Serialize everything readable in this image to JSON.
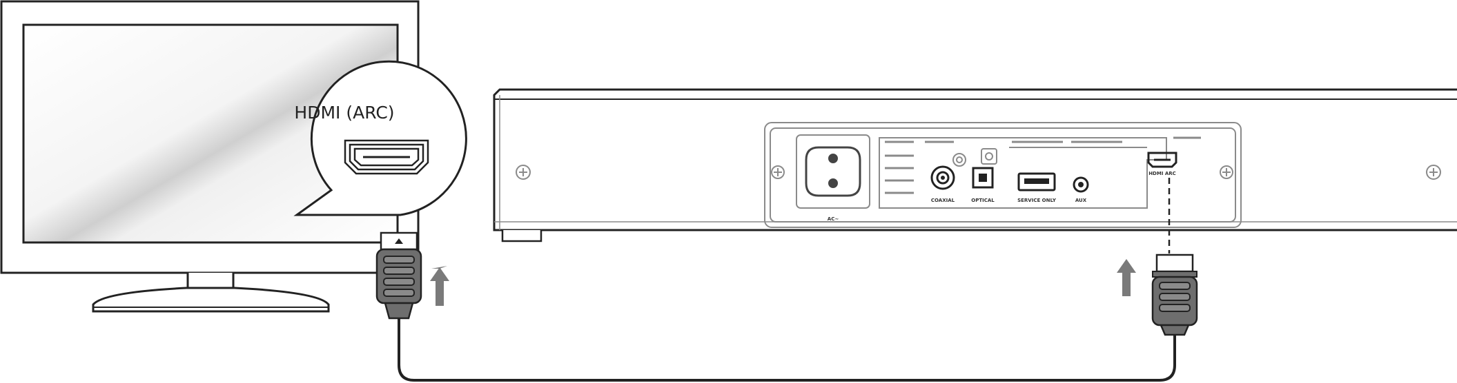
{
  "callout": {
    "label": "HDMI (ARC)"
  },
  "soundbar_labels": {
    "ac_input": "AC~",
    "coaxial": "COAXIAL",
    "optical": "OPTICAL",
    "usb": "SERVICE ONLY",
    "aux": "AUX",
    "hdmi_arc": "HDMI ARC"
  },
  "icons": [
    "tv-icon",
    "soundbar-icon",
    "hdmi-port-icon",
    "hdmi-plug-icon",
    "arrow-up-icon",
    "screw-icon"
  ],
  "colors": {
    "line": "#222222",
    "panel_line": "#8a8a8a",
    "plug_fill": "#6e6e6e",
    "arrow": "#7a7a7a"
  }
}
